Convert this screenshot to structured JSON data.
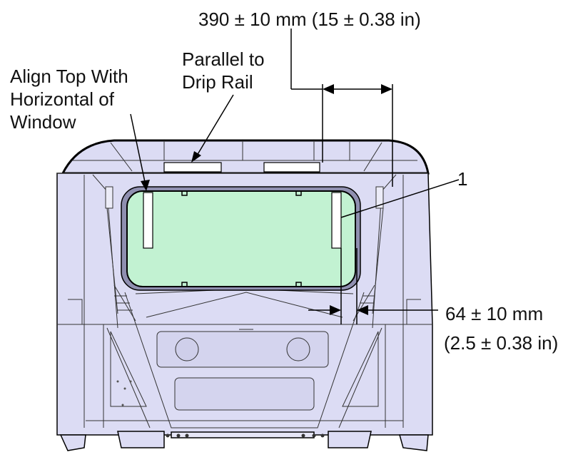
{
  "labels": {
    "dim_width": "390 ± 10 mm (15 ± 0.38 in)",
    "parallel_line1": "Parallel to",
    "parallel_line2": "Drip Rail",
    "align_line1": "Align Top With",
    "align_line2": "Horizontal of",
    "align_line3": "Window",
    "callout_number": "1",
    "dim_offset_line1": "64 ± 10 mm",
    "dim_offset_line2": "(2.5 ± 0.38 in)"
  },
  "colors": {
    "cab_fill": "#dcdcf4",
    "glass_fill": "#c2f2d2",
    "line": "#000000",
    "strip_fill": "#ffffff"
  }
}
